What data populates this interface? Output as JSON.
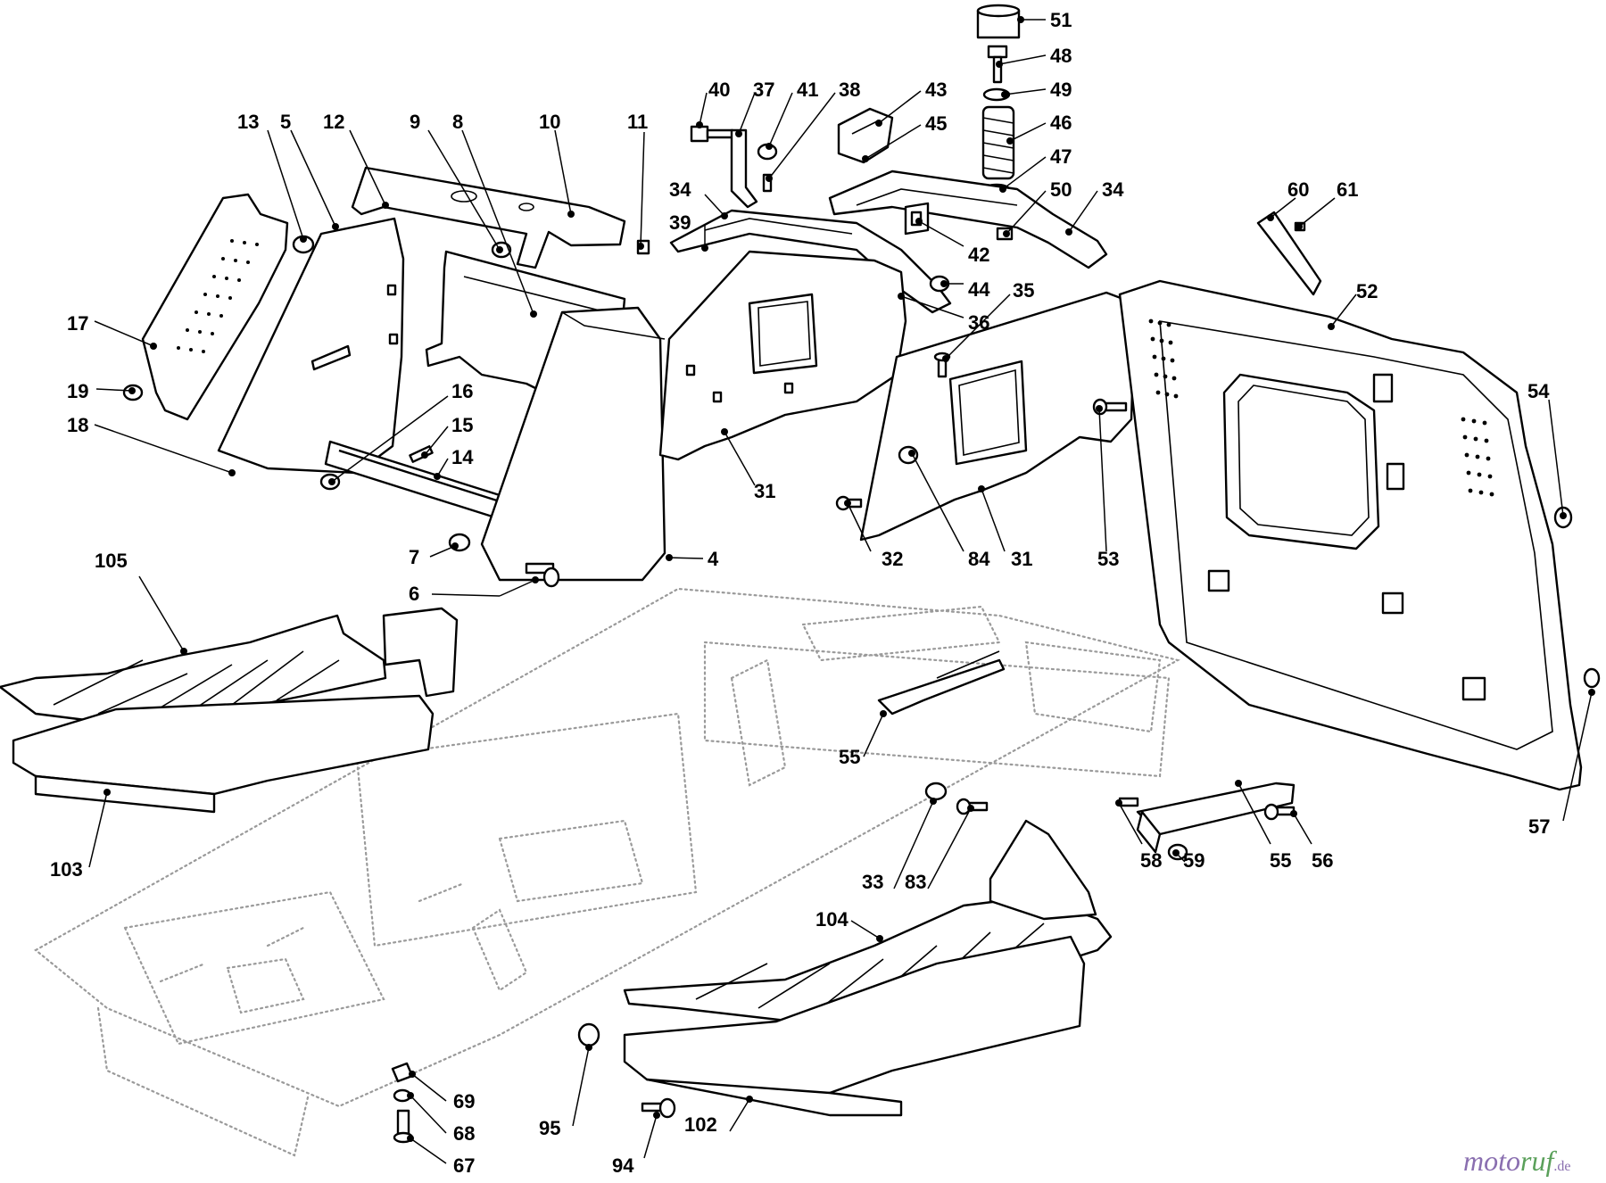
{
  "diagram": {
    "callouts": [
      {
        "label": "51"
      },
      {
        "label": "48"
      },
      {
        "label": "49"
      },
      {
        "label": "46"
      },
      {
        "label": "47"
      },
      {
        "label": "50"
      },
      {
        "label": "34"
      },
      {
        "label": "43"
      },
      {
        "label": "45"
      },
      {
        "label": "40"
      },
      {
        "label": "37"
      },
      {
        "label": "41"
      },
      {
        "label": "38"
      },
      {
        "label": "34"
      },
      {
        "label": "39"
      },
      {
        "label": "42"
      },
      {
        "label": "44"
      },
      {
        "label": "36"
      },
      {
        "label": "35"
      },
      {
        "label": "60"
      },
      {
        "label": "61"
      },
      {
        "label": "52"
      },
      {
        "label": "54"
      },
      {
        "label": "13"
      },
      {
        "label": "5"
      },
      {
        "label": "12"
      },
      {
        "label": "9"
      },
      {
        "label": "8"
      },
      {
        "label": "10"
      },
      {
        "label": "11"
      },
      {
        "label": "17"
      },
      {
        "label": "19"
      },
      {
        "label": "18"
      },
      {
        "label": "16"
      },
      {
        "label": "15"
      },
      {
        "label": "14"
      },
      {
        "label": "7"
      },
      {
        "label": "6"
      },
      {
        "label": "4"
      },
      {
        "label": "31"
      },
      {
        "label": "32"
      },
      {
        "label": "84"
      },
      {
        "label": "31"
      },
      {
        "label": "53"
      },
      {
        "label": "105"
      },
      {
        "label": "103"
      },
      {
        "label": "55"
      },
      {
        "label": "33"
      },
      {
        "label": "83"
      },
      {
        "label": "58"
      },
      {
        "label": "59"
      },
      {
        "label": "55"
      },
      {
        "label": "56"
      },
      {
        "label": "57"
      },
      {
        "label": "104"
      },
      {
        "label": "69"
      },
      {
        "label": "68"
      },
      {
        "label": "67"
      },
      {
        "label": "95"
      },
      {
        "label": "94"
      },
      {
        "label": "102"
      }
    ]
  },
  "watermark": {
    "part1": "moto",
    "part2": "ruf",
    "suffix": ".de"
  }
}
